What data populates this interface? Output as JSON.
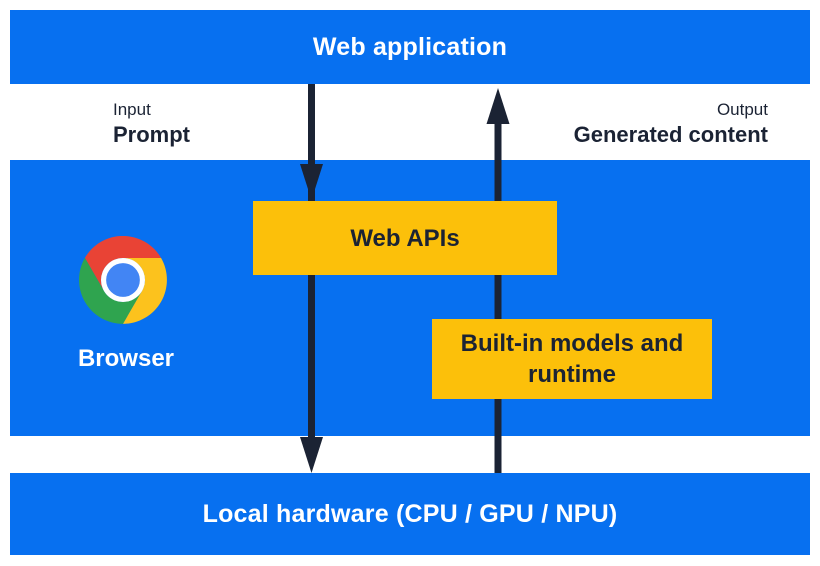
{
  "colors": {
    "blue": "#0770f0",
    "yellow": "#fcc00a",
    "navy": "#1b2334",
    "white": "#ffffff",
    "chrome_red": "#e94335",
    "chrome_yellow": "#fcc21d",
    "chrome_green": "#2fa44f",
    "chrome_blue": "#4285f4"
  },
  "layers": {
    "web_application": {
      "label": "Web application"
    },
    "browser": {
      "label": "Browser",
      "web_apis": {
        "label": "Web APIs"
      },
      "builtin_models": {
        "label": "Built-in models and runtime"
      }
    },
    "local_hardware": {
      "label": "Local hardware (CPU / GPU / NPU)"
    }
  },
  "flows": {
    "input": {
      "label": "Input",
      "value": "Prompt",
      "direction": "down"
    },
    "output": {
      "label": "Output",
      "value": "Generated content",
      "direction": "up"
    }
  },
  "icons": {
    "chrome": "chrome-browser-logo",
    "down_arrow": "input-flow-arrow",
    "up_arrow": "output-flow-arrow"
  }
}
